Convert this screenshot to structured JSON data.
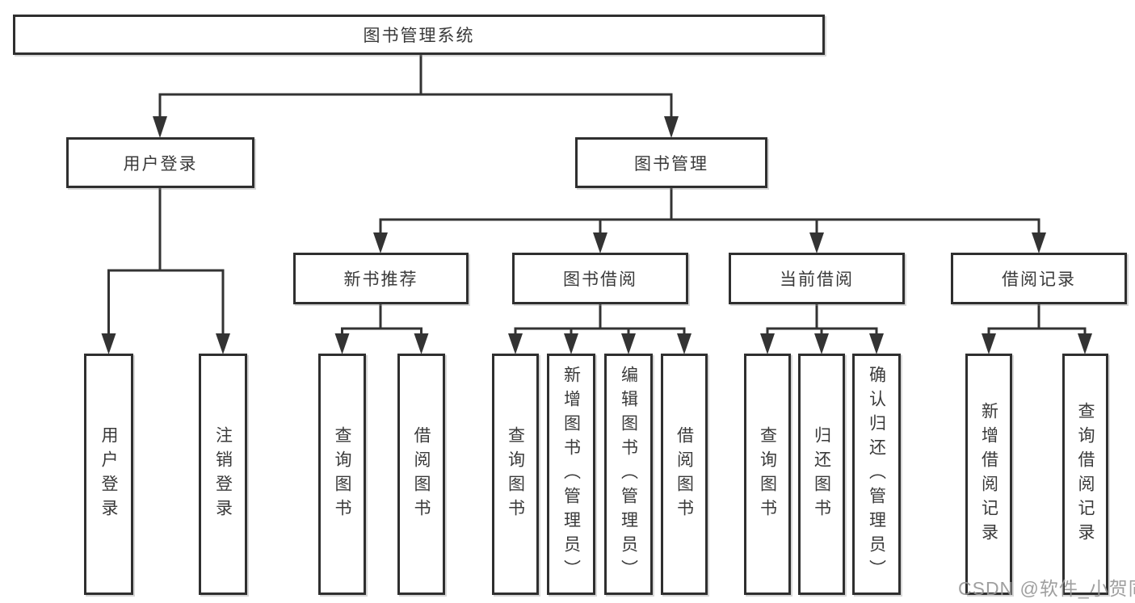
{
  "diagram": {
    "root": {
      "label": "图书管理系统"
    },
    "level2": [
      {
        "id": "user_login",
        "label": "用户登录"
      },
      {
        "id": "book_management",
        "label": "图书管理"
      }
    ],
    "level3": [
      {
        "id": "new_book_recommend",
        "label": "新书推荐",
        "parent": "book_management"
      },
      {
        "id": "book_borrow",
        "label": "图书借阅",
        "parent": "book_management"
      },
      {
        "id": "current_borrow",
        "label": "当前借阅",
        "parent": "book_management"
      },
      {
        "id": "borrow_records",
        "label": "借阅记录",
        "parent": "book_management"
      }
    ],
    "leaves": [
      {
        "parent": "user_login",
        "label": "用户登录"
      },
      {
        "parent": "user_login",
        "label": "注销登录"
      },
      {
        "parent": "new_book_recommend",
        "label": "查询图书"
      },
      {
        "parent": "new_book_recommend",
        "label": "借阅图书"
      },
      {
        "parent": "book_borrow",
        "label": "查询图书"
      },
      {
        "parent": "book_borrow",
        "label": "新增图书（管理员）"
      },
      {
        "parent": "book_borrow",
        "label": "编辑图书（管理员）"
      },
      {
        "parent": "book_borrow",
        "label": "借阅图书"
      },
      {
        "parent": "current_borrow",
        "label": "查询图书"
      },
      {
        "parent": "current_borrow",
        "label": "归还图书"
      },
      {
        "parent": "current_borrow",
        "label": "确认归还（管理员）"
      },
      {
        "parent": "borrow_records",
        "label": "新增借阅记录"
      },
      {
        "parent": "borrow_records",
        "label": "查询借阅记录"
      }
    ],
    "colors": {
      "line": "#333333",
      "box_border": "#2f2f2f",
      "text": "#3a3a3a",
      "background": "#ffffff"
    }
  },
  "watermark": {
    "text": "CSDN @软件_小贺同学",
    "color": "#979797"
  }
}
